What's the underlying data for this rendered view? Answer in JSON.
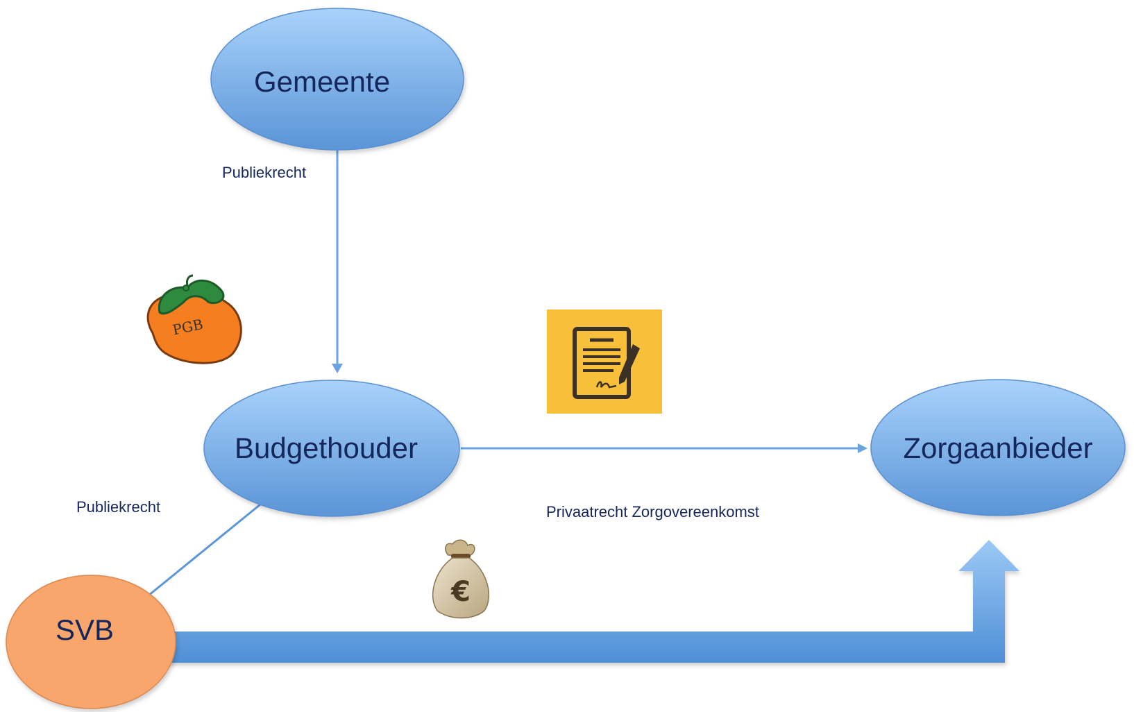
{
  "nodes": {
    "gemeente": "Gemeente",
    "budgethouder": "Budgethouder",
    "zorgaanbieder": "Zorgaanbieder",
    "svb": "SVB"
  },
  "edges": {
    "gemeente_budgethouder": "Publiekrecht",
    "budgethouder_svb": "Publiekrecht",
    "budgethouder_zorgaanbieder": "Privaatrecht Zorgovereenkomst"
  },
  "icons": {
    "purse": "pgb-purse-icon",
    "purse_text": "PGB",
    "contract": "contract-sign-icon",
    "moneybag": "euro-money-bag-icon",
    "moneybag_symbol": "€"
  },
  "colors": {
    "node_blue_top": "#a8d0f8",
    "node_blue_bottom": "#5b96d8",
    "svb_orange": "#f8a56c",
    "arrow_blue": "#5b9ee0",
    "text": "#14265a",
    "contract_bg": "#f8c03a"
  }
}
